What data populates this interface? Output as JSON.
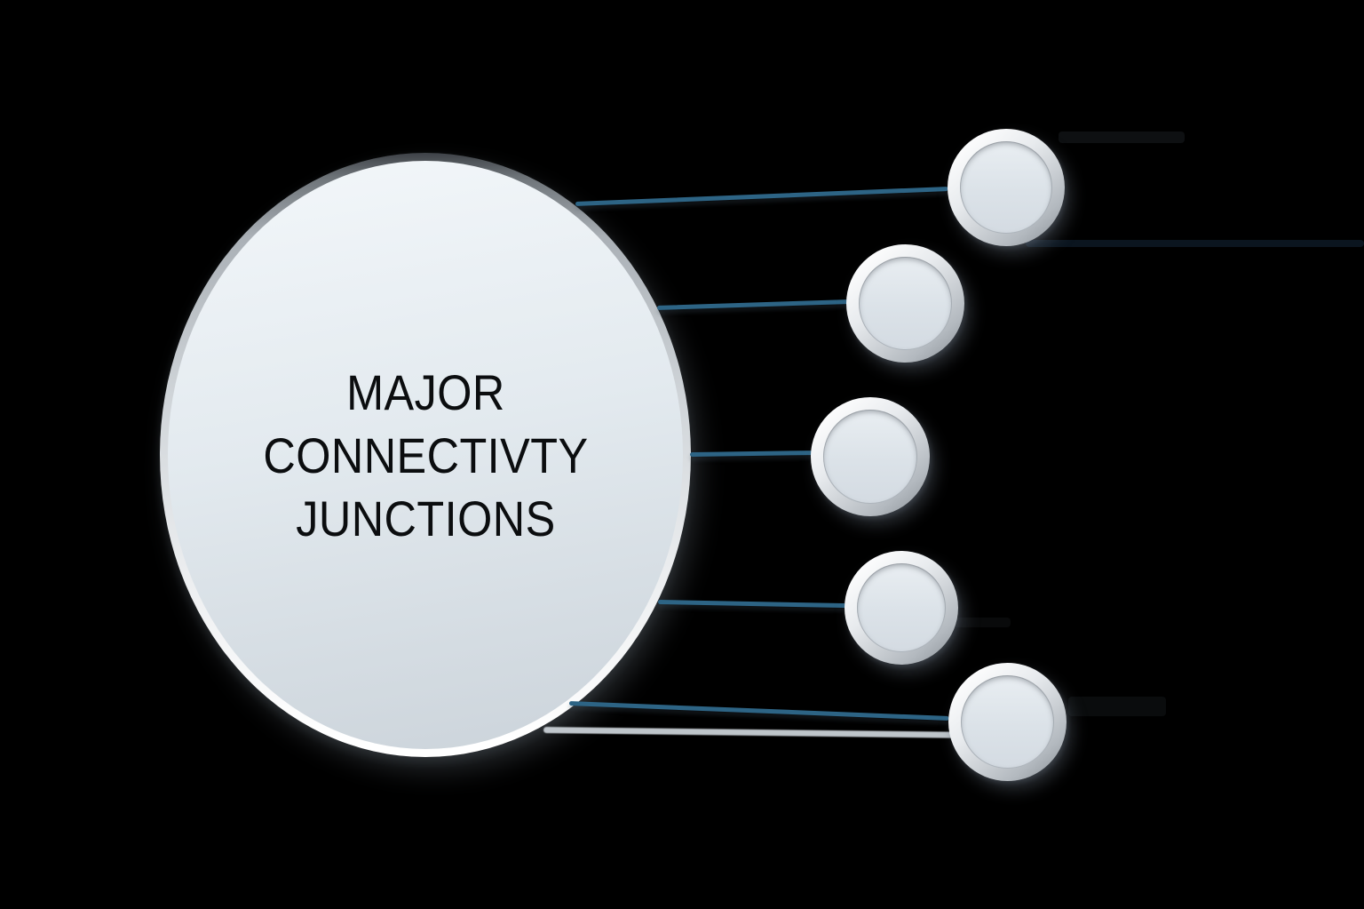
{
  "diagram": {
    "hub": {
      "title_lines": [
        "MAJOR",
        "CONNECTIVTY",
        "JUNCTIONS"
      ]
    },
    "junction_nodes": [
      {
        "id": "junction-1",
        "label": ""
      },
      {
        "id": "junction-2",
        "label": ""
      },
      {
        "id": "junction-3",
        "label": ""
      },
      {
        "id": "junction-4",
        "label": ""
      },
      {
        "id": "junction-5",
        "label": ""
      }
    ],
    "connector_count": 5,
    "colors": {
      "background": "#000000",
      "connector_line": "#2d6485",
      "connector_reflection": "#cfd6dc",
      "hub_fill_light": "#f3f7fa",
      "hub_fill_dark": "#cbd3da",
      "node_face_fill": "#dde3e9",
      "rim_metal_light": "#ffffff",
      "rim_metal_dark": "#3e4247",
      "title_color": "#0b0d0f"
    }
  }
}
